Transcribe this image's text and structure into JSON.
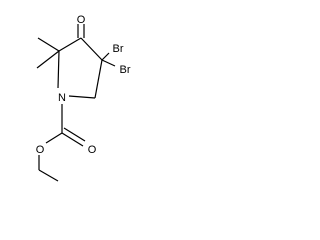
{
  "molecule": {
    "atoms": {
      "ketone_oxygen": "O",
      "bromine_top": "Br",
      "bromine_right": "Br",
      "ring_nitrogen": "N",
      "ester_oxygen": "O",
      "carbonyl_oxygen": "O"
    },
    "colors": {
      "bond": "#000000",
      "label": "#000000",
      "background": "#ffffff"
    }
  }
}
